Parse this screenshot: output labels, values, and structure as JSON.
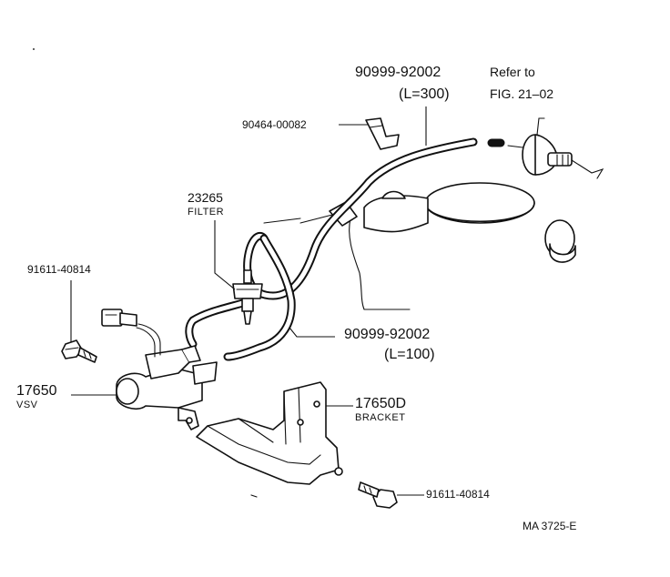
{
  "labels": {
    "hose_main_part": "90999-92002",
    "hose_main_length": "(L=300)",
    "refer_line1": "Refer to",
    "refer_line2": "FIG. 21–02",
    "clip_part": "90464-00082",
    "filter_part": "23265",
    "filter_name": "FILTER",
    "bolt_upper_part": "91611-40814",
    "hose_short_part": "90999-92002",
    "hose_short_length": "(L=100)",
    "vsv_part": "17650",
    "vsv_name": "VSV",
    "bracket_part": "17650D",
    "bracket_name": "BRACKET",
    "bolt_lower_part": "91611-40814",
    "figure_code": "MA 3725-E"
  }
}
